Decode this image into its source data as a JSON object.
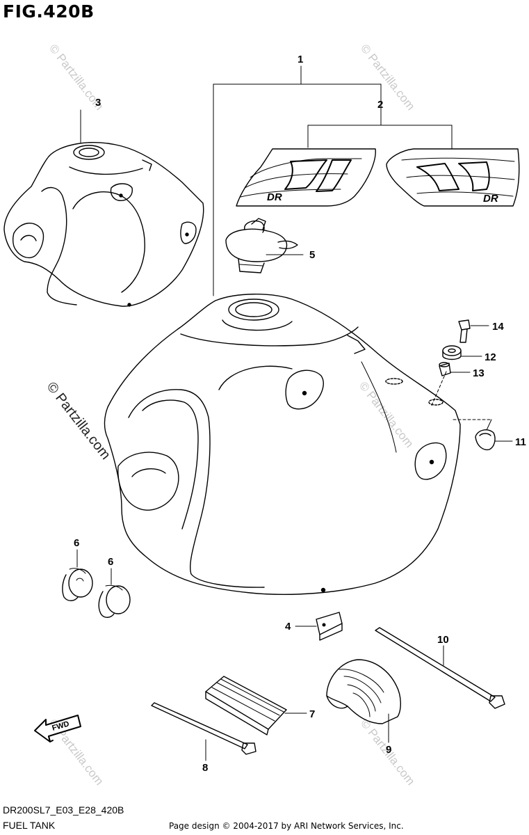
{
  "figure_title": "FIG.420B",
  "diagram_code": "DR200SL7_E03_E28_420B",
  "diagram_name": "FUEL TANK",
  "credit": "Page design © 2004-2017 by ARI Network Services, Inc.",
  "watermark": "© Partzilla.com",
  "fwd_label": "FWD",
  "emblem_text": "DR",
  "callouts": [
    "1",
    "2",
    "3",
    "4",
    "5",
    "6",
    "6",
    "7",
    "8",
    "9",
    "10",
    "11",
    "12",
    "13",
    "14"
  ]
}
